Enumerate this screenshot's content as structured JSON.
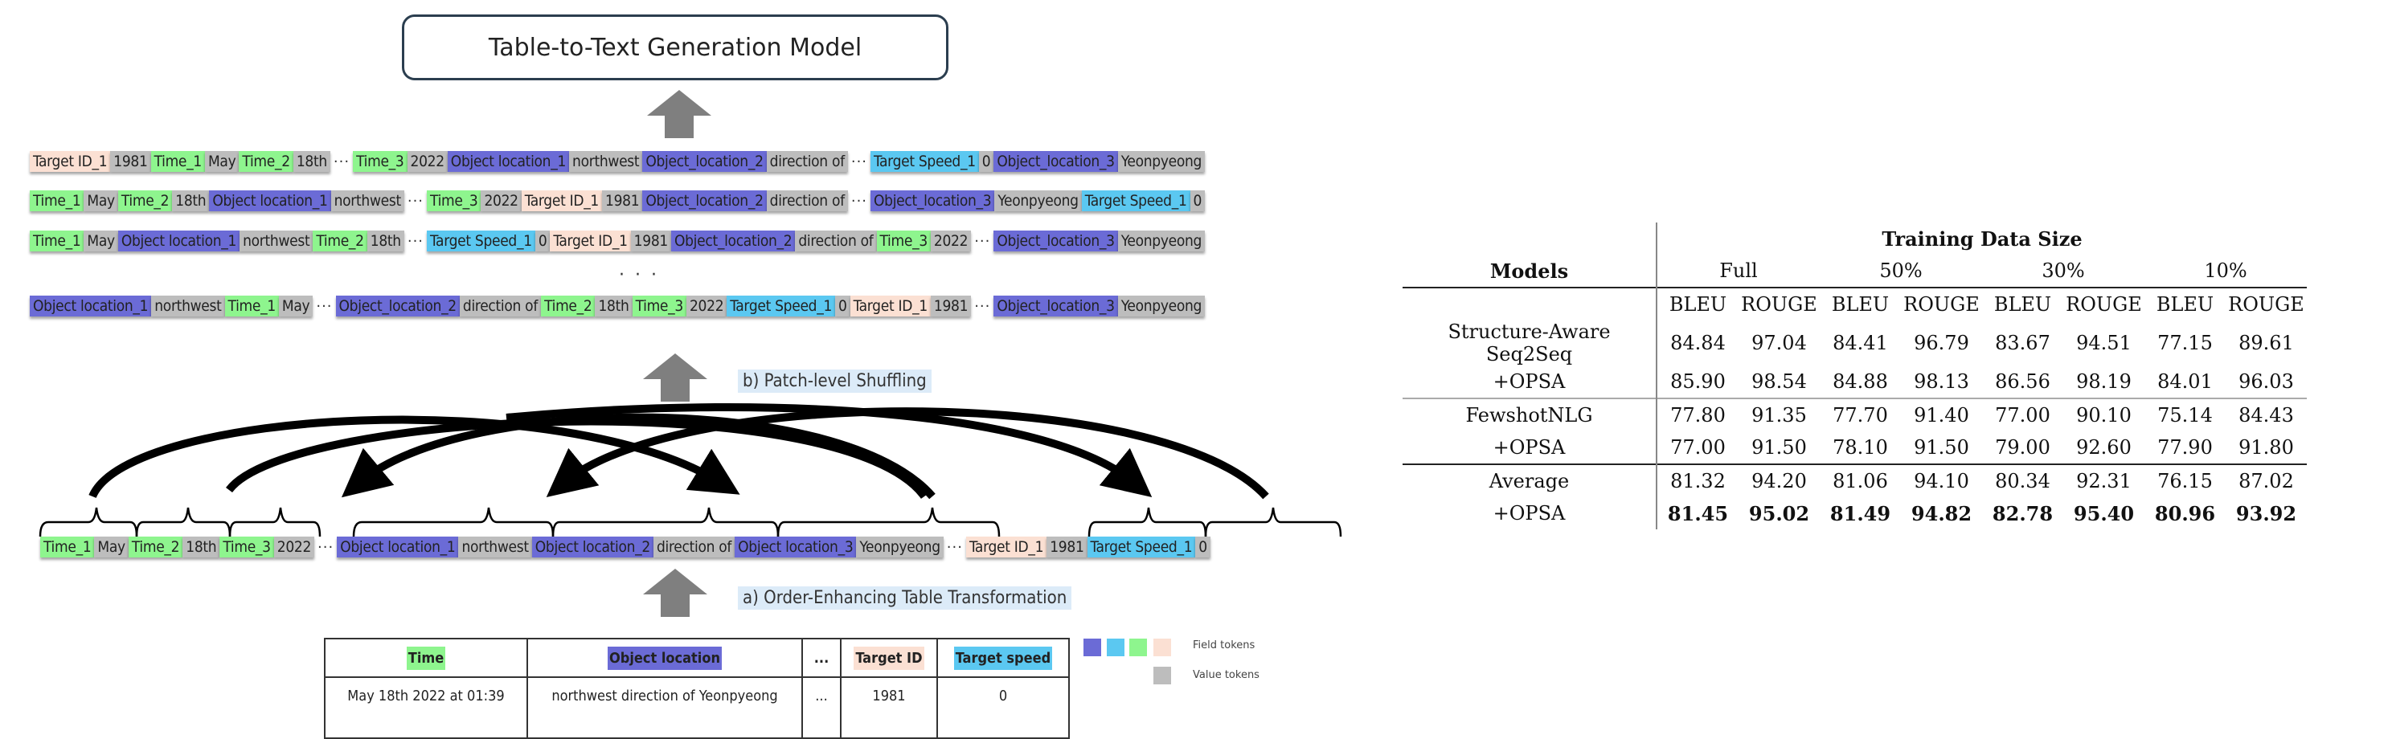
{
  "title": "Table-to-Text Generation Model",
  "stages": {
    "shuffle_label": "b) Patch-level Shuffling",
    "transform_label": "a) Order-Enhancing Table Transformation"
  },
  "colors": {
    "time": "#8ef58e",
    "object_location": "#6b6bd6",
    "target_id": "#fbe0d3",
    "target_speed": "#5bc8f1",
    "value": "#bdbdbd"
  },
  "shuffled_rows": [
    [
      {
        "t": "Target ID_1",
        "k": "id"
      },
      {
        "t": "1981",
        "k": "v"
      },
      {
        "t": "Time_1",
        "k": "time"
      },
      {
        "t": "May",
        "k": "v"
      },
      {
        "t": "Time_2",
        "k": "time"
      },
      {
        "t": "18th",
        "k": "v"
      },
      {
        "t": "···",
        "k": "dots"
      },
      {
        "t": "Time_3",
        "k": "time"
      },
      {
        "t": "2022",
        "k": "v"
      },
      {
        "t": "Object location_1",
        "k": "loc"
      },
      {
        "t": "northwest",
        "k": "v"
      },
      {
        "t": "Object_location_2",
        "k": "loc"
      },
      {
        "t": "direction of",
        "k": "v"
      },
      {
        "t": "···",
        "k": "dots"
      },
      {
        "t": "Target Speed_1",
        "k": "speed"
      },
      {
        "t": "0",
        "k": "v"
      },
      {
        "t": "Object_location_3",
        "k": "loc"
      },
      {
        "t": "Yeonpyeong",
        "k": "v"
      }
    ],
    [
      {
        "t": "Time_1",
        "k": "time"
      },
      {
        "t": "May",
        "k": "v"
      },
      {
        "t": "Time_2",
        "k": "time"
      },
      {
        "t": "18th",
        "k": "v"
      },
      {
        "t": "Object location_1",
        "k": "loc"
      },
      {
        "t": "northwest",
        "k": "v"
      },
      {
        "t": "···",
        "k": "dots"
      },
      {
        "t": "Time_3",
        "k": "time"
      },
      {
        "t": "2022",
        "k": "v"
      },
      {
        "t": "Target ID_1",
        "k": "id"
      },
      {
        "t": "1981",
        "k": "v"
      },
      {
        "t": "Object_location_2",
        "k": "loc"
      },
      {
        "t": "direction of",
        "k": "v"
      },
      {
        "t": "···",
        "k": "dots"
      },
      {
        "t": "Object_location_3",
        "k": "loc"
      },
      {
        "t": "Yeonpyeong",
        "k": "v"
      },
      {
        "t": "Target Speed_1",
        "k": "speed"
      },
      {
        "t": "0",
        "k": "v"
      }
    ],
    [
      {
        "t": "Time_1",
        "k": "time"
      },
      {
        "t": "May",
        "k": "v"
      },
      {
        "t": "Object location_1",
        "k": "loc"
      },
      {
        "t": "northwest",
        "k": "v"
      },
      {
        "t": "Time_2",
        "k": "time"
      },
      {
        "t": "18th",
        "k": "v"
      },
      {
        "t": "···",
        "k": "dots"
      },
      {
        "t": "Target Speed_1",
        "k": "speed"
      },
      {
        "t": "0",
        "k": "v"
      },
      {
        "t": "Target ID_1",
        "k": "id"
      },
      {
        "t": "1981",
        "k": "v"
      },
      {
        "t": "Object_location_2",
        "k": "loc"
      },
      {
        "t": "direction of",
        "k": "v"
      },
      {
        "t": "Time_3",
        "k": "time"
      },
      {
        "t": "2022",
        "k": "v"
      },
      {
        "t": "···",
        "k": "dots"
      },
      {
        "t": "Object_location_3",
        "k": "loc"
      },
      {
        "t": "Yeonpyeong",
        "k": "v"
      }
    ],
    [
      {
        "t": "Object location_1",
        "k": "loc"
      },
      {
        "t": "northwest",
        "k": "v"
      },
      {
        "t": "Time_1",
        "k": "time"
      },
      {
        "t": "May",
        "k": "v"
      },
      {
        "t": "···",
        "k": "dots"
      },
      {
        "t": "Object_location_2",
        "k": "loc"
      },
      {
        "t": "direction of",
        "k": "v"
      },
      {
        "t": "Time_2",
        "k": "time"
      },
      {
        "t": "18th",
        "k": "v"
      },
      {
        "t": "Time_3",
        "k": "time"
      },
      {
        "t": "2022",
        "k": "v"
      },
      {
        "t": "Target Speed_1",
        "k": "speed"
      },
      {
        "t": "0",
        "k": "v"
      },
      {
        "t": "Target ID_1",
        "k": "id"
      },
      {
        "t": "1981",
        "k": "v"
      },
      {
        "t": "···",
        "k": "dots"
      },
      {
        "t": "Object_location_3",
        "k": "loc"
      },
      {
        "t": "Yeonpyeong",
        "k": "v"
      }
    ]
  ],
  "vertical_ellipsis": "· · ·",
  "linearized_row": [
    {
      "t": "Time_1",
      "k": "time"
    },
    {
      "t": "May",
      "k": "v"
    },
    {
      "t": "Time_2",
      "k": "time"
    },
    {
      "t": "18th",
      "k": "v"
    },
    {
      "t": "Time_3",
      "k": "time"
    },
    {
      "t": "2022",
      "k": "v"
    },
    {
      "t": "···",
      "k": "dots"
    },
    {
      "t": "Object location_1",
      "k": "loc"
    },
    {
      "t": "northwest",
      "k": "v"
    },
    {
      "t": "Object location_2",
      "k": "loc"
    },
    {
      "t": "direction of",
      "k": "v"
    },
    {
      "t": "Object location_3",
      "k": "loc"
    },
    {
      "t": "Yeonpyeong",
      "k": "v"
    },
    {
      "t": "···",
      "k": "dots"
    },
    {
      "t": "Target ID_1",
      "k": "id"
    },
    {
      "t": "1981",
      "k": "v"
    },
    {
      "t": "Target Speed_1",
      "k": "speed"
    },
    {
      "t": "0",
      "k": "v"
    }
  ],
  "source_table": {
    "headers": [
      "Time",
      "Object location",
      "...",
      "Target ID",
      "Target speed"
    ],
    "row": [
      "May 18th 2022 at 01:39",
      "northwest direction of Yeonpyeong",
      "...",
      "1981",
      "0"
    ]
  },
  "legend": {
    "field_label": "Field tokens",
    "value_label": "Value tokens"
  },
  "results_table": {
    "group_header": "Training Data Size",
    "models_header": "Models",
    "sizes": [
      "Full",
      "50%",
      "30%",
      "10%"
    ],
    "metrics": [
      "BLEU",
      "ROUGE",
      "BLEU",
      "ROUGE",
      "BLEU",
      "ROUGE",
      "BLEU",
      "ROUGE"
    ],
    "rows": [
      {
        "model": "Structure-Aware Seq2Seq",
        "values": [
          "84.84",
          "97.04",
          "84.41",
          "96.79",
          "83.67",
          "94.51",
          "77.15",
          "89.61"
        ]
      },
      {
        "model": "+OPSA",
        "values": [
          "85.90",
          "98.54",
          "84.88",
          "98.13",
          "86.56",
          "98.19",
          "84.01",
          "96.03"
        ]
      },
      {
        "model": "FewshotNLG",
        "values": [
          "77.80",
          "91.35",
          "77.70",
          "91.40",
          "77.00",
          "90.10",
          "75.14",
          "84.43"
        ]
      },
      {
        "model": "+OPSA",
        "values": [
          "77.00",
          "91.50",
          "78.10",
          "91.50",
          "79.00",
          "92.60",
          "77.90",
          "91.80"
        ]
      },
      {
        "model": "Average",
        "values": [
          "81.32",
          "94.20",
          "81.06",
          "94.10",
          "80.34",
          "92.31",
          "76.15",
          "87.02"
        ]
      },
      {
        "model": "+OPSA",
        "values": [
          "81.45",
          "95.02",
          "81.49",
          "94.82",
          "82.78",
          "95.40",
          "80.96",
          "93.92"
        ],
        "bold": true
      }
    ]
  }
}
